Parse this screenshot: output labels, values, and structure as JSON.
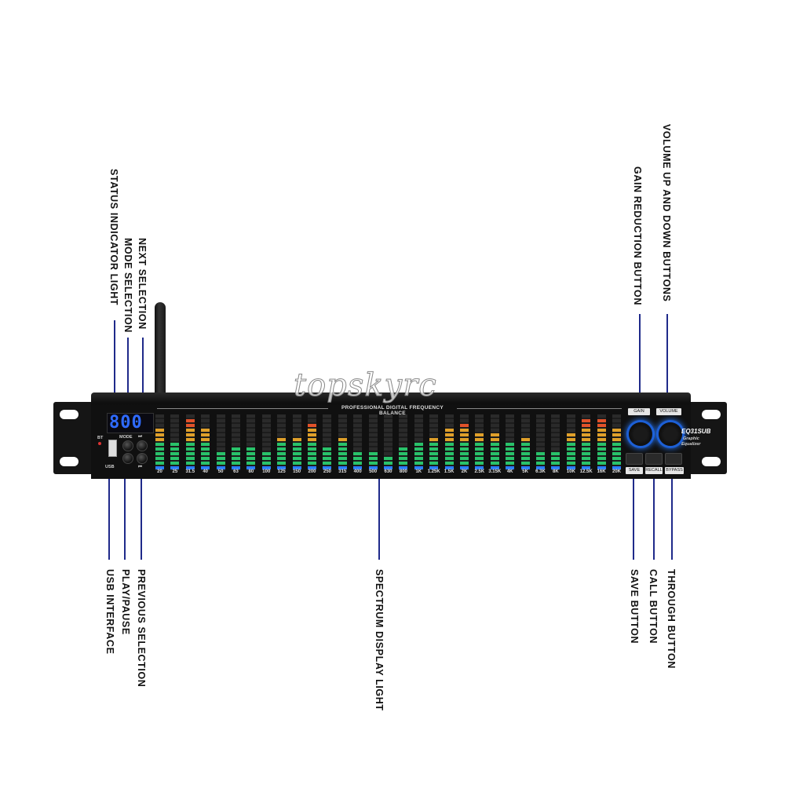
{
  "callouts": {
    "status_indicator": "STATUS INDICATOR LIGHT",
    "mode_selection": "MODE SELECTION",
    "next_selection": "NEXT SELECTION",
    "gain_reduction": "GAIN REDUCTION BUTTON",
    "volume_up_down": "VOLUME UP AND DOWN BUTTONS",
    "usb_interface": "USB INTERFACE",
    "play_pause": "PLAY/PAUSE",
    "previous_selection": "PREVIOUS SELECTION",
    "spectrum_display": "SPECTRUM DISPLAY LIGHT",
    "save_button": "SAVE BUTTON",
    "call_button": "CALL BUTTON",
    "through_button": "THROUGH BUTTON"
  },
  "device": {
    "panel_title": "PROFESSIONAL DIGITAL FREQUENCY BALANCE",
    "display_value": "800",
    "bt_label": "BT",
    "usb_label": "USB",
    "mode_label": "MODE",
    "next_symbol": "⏭",
    "prev_symbol": "⏮",
    "model": "EQ31SUB",
    "model_sub1": "Graphic",
    "model_sub2": "Equalizer",
    "gain_label": "GAIN",
    "volume_label": "VOLUME",
    "save_label": "SAVE",
    "recall_label": "RECALL",
    "bypass_label": "BYPASS",
    "display_color": "#2f6bff",
    "knob_ring_color": "#1c5fd6"
  },
  "bands": {
    "frequencies": [
      "20",
      "25",
      "31.5",
      "40",
      "50",
      "63",
      "80",
      "100",
      "125",
      "150",
      "200",
      "250",
      "315",
      "400",
      "500",
      "630",
      "800",
      "1K",
      "1.25K",
      "1.5K",
      "2K",
      "2.5K",
      "3.15K",
      "4K",
      "5K",
      "6.3K",
      "8K",
      "10K",
      "12.5K",
      "16K",
      "20K"
    ],
    "levels": [
      9,
      6,
      11,
      9,
      4,
      5,
      5,
      4,
      7,
      7,
      10,
      5,
      7,
      4,
      4,
      3,
      5,
      6,
      7,
      9,
      10,
      8,
      8,
      6,
      7,
      4,
      4,
      8,
      11,
      11,
      9
    ]
  },
  "watermark": "topskyrc"
}
